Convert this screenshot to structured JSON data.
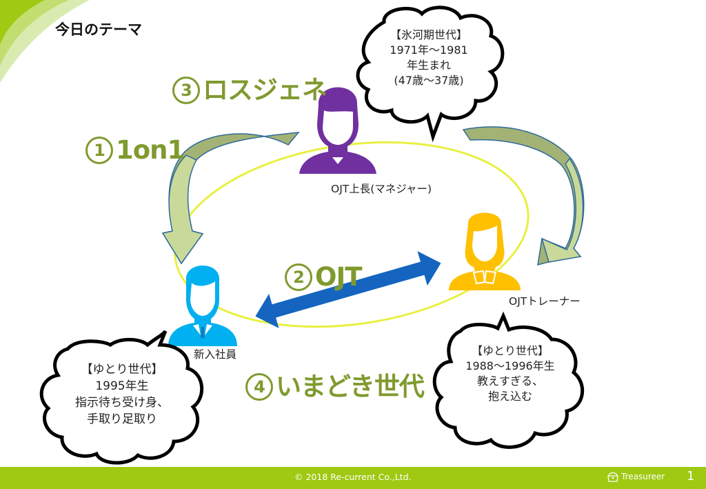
{
  "slide": {
    "title": "今日のテーマ",
    "colors": {
      "accent_green": "#9fc912",
      "topic_green": "#7f9a2e",
      "manager": "#7030a0",
      "trainer": "#ffc000",
      "newcomer": "#00b0f0",
      "ojt_arrow": "#1f6fbf",
      "ellipse": "#e8f040",
      "curved_arrow": "#a3b275"
    }
  },
  "topics": {
    "t1": {
      "num": "1",
      "label": "1on1"
    },
    "t2": {
      "num": "2",
      "label": "OJT"
    },
    "t3": {
      "num": "3",
      "label": "ロスジェネ"
    },
    "t4": {
      "num": "4",
      "label": "いまどき世代"
    }
  },
  "roles": {
    "manager": {
      "label": "OJT上長(マネジャー)",
      "icon": "person-female-icon"
    },
    "trainer": {
      "label": "OJTトレーナー",
      "icon": "person-female-icon"
    },
    "newcomer": {
      "label": "新入社員",
      "icon": "person-male-icon"
    }
  },
  "bubbles": {
    "manager": {
      "lines": [
        "【氷河期世代】",
        "1971年～1981",
        "年生まれ",
        "(47歳～37歳)"
      ]
    },
    "trainer": {
      "lines": [
        "【ゆとり世代】",
        "1988～1996年生",
        "教えすぎる、",
        "抱え込む"
      ]
    },
    "newcomer": {
      "lines": [
        "【ゆとり世代】",
        "1995年生",
        "指示待ち受け身、",
        "手取り足取り"
      ]
    }
  },
  "footer": {
    "copyright": "© 2018 Re-current Co.,Ltd.",
    "brand": "Treasureer",
    "page": "1"
  }
}
